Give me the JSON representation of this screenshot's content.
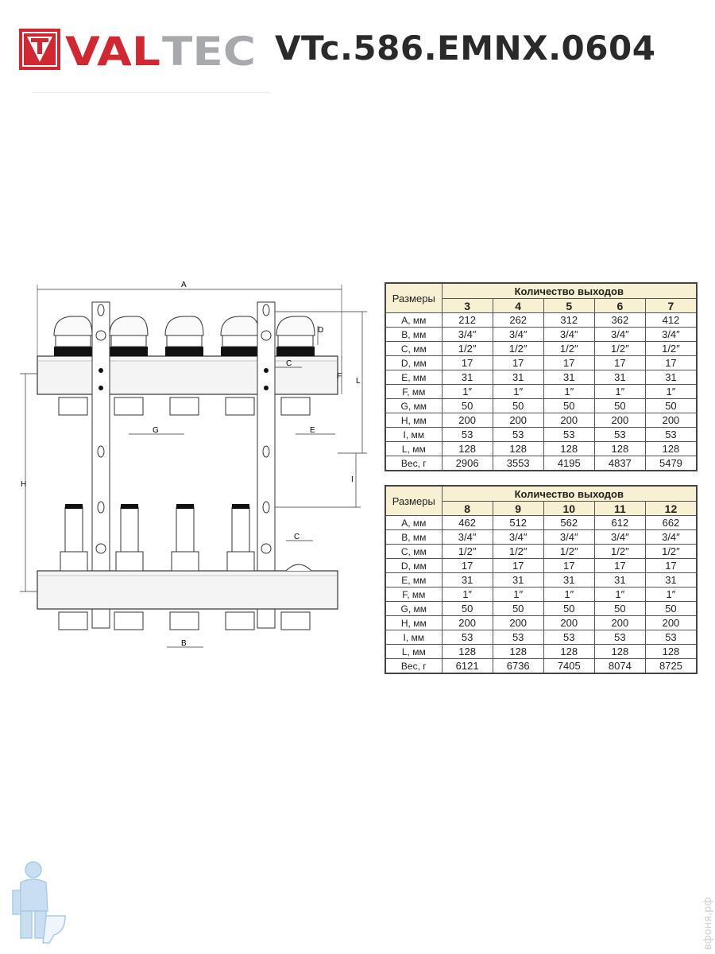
{
  "header": {
    "brand": "VALTEC",
    "model": "VTc.586.EMNX.0604"
  },
  "drawing": {
    "labels": {
      "A": "A",
      "B": "B",
      "C_top": "C",
      "C_bottom": "C",
      "D": "D",
      "E": "E",
      "F": "F",
      "G": "G",
      "H": "H",
      "I": "I",
      "L": "L"
    }
  },
  "tables": [
    {
      "row_header": "Размеры",
      "group_header": "Количество выходов",
      "columns": [
        "3",
        "4",
        "5",
        "6",
        "7"
      ],
      "rows": [
        {
          "label": "А, мм",
          "values": [
            "212",
            "262",
            "312",
            "362",
            "412"
          ]
        },
        {
          "label": "В, мм",
          "values": [
            "3/4″",
            "3/4″",
            "3/4″",
            "3/4″",
            "3/4″"
          ]
        },
        {
          "label": "С, мм",
          "values": [
            "1/2″",
            "1/2″",
            "1/2″",
            "1/2″",
            "1/2″"
          ]
        },
        {
          "label": "D, мм",
          "values": [
            "17",
            "17",
            "17",
            "17",
            "17"
          ]
        },
        {
          "label": "Е, мм",
          "values": [
            "31",
            "31",
            "31",
            "31",
            "31"
          ]
        },
        {
          "label": "F, мм",
          "values": [
            "1″",
            "1″",
            "1″",
            "1″",
            "1″"
          ]
        },
        {
          "label": "G, мм",
          "values": [
            "50",
            "50",
            "50",
            "50",
            "50"
          ]
        },
        {
          "label": "Н, мм",
          "values": [
            "200",
            "200",
            "200",
            "200",
            "200"
          ]
        },
        {
          "label": "I, мм",
          "values": [
            "53",
            "53",
            "53",
            "53",
            "53"
          ]
        },
        {
          "label": "L, мм",
          "values": [
            "128",
            "128",
            "128",
            "128",
            "128"
          ]
        },
        {
          "label": "Вес, г",
          "values": [
            "2906",
            "3553",
            "4195",
            "4837",
            "5479"
          ]
        }
      ]
    },
    {
      "row_header": "Размеры",
      "group_header": "Количество выходов",
      "columns": [
        "8",
        "9",
        "10",
        "11",
        "12"
      ],
      "rows": [
        {
          "label": "А, мм",
          "values": [
            "462",
            "512",
            "562",
            "612",
            "662"
          ]
        },
        {
          "label": "В, мм",
          "values": [
            "3/4″",
            "3/4″",
            "3/4″",
            "3/4″",
            "3/4″"
          ]
        },
        {
          "label": "С, мм",
          "values": [
            "1/2″",
            "1/2″",
            "1/2″",
            "1/2″",
            "1/2″"
          ]
        },
        {
          "label": "D, мм",
          "values": [
            "17",
            "17",
            "17",
            "17",
            "17"
          ]
        },
        {
          "label": "Е, мм",
          "values": [
            "31",
            "31",
            "31",
            "31",
            "31"
          ]
        },
        {
          "label": "F, мм",
          "values": [
            "1″",
            "1″",
            "1″",
            "1″",
            "1″"
          ]
        },
        {
          "label": "G, мм",
          "values": [
            "50",
            "50",
            "50",
            "50",
            "50"
          ]
        },
        {
          "label": "Н, мм",
          "values": [
            "200",
            "200",
            "200",
            "200",
            "200"
          ]
        },
        {
          "label": "I, мм",
          "values": [
            "53",
            "53",
            "53",
            "53",
            "53"
          ]
        },
        {
          "label": "L, мм",
          "values": [
            "128",
            "128",
            "128",
            "128",
            "128"
          ]
        },
        {
          "label": "Вес, г",
          "values": [
            "6121",
            "6736",
            "7405",
            "8074",
            "8725"
          ]
        }
      ]
    }
  ],
  "watermark": "вфоня.рф",
  "colors": {
    "brand_red": "#d22630",
    "brand_grey": "#a7a9ac",
    "table_header_bg": "#f7f0d2",
    "mascot_blue": "#a9cbe8"
  }
}
